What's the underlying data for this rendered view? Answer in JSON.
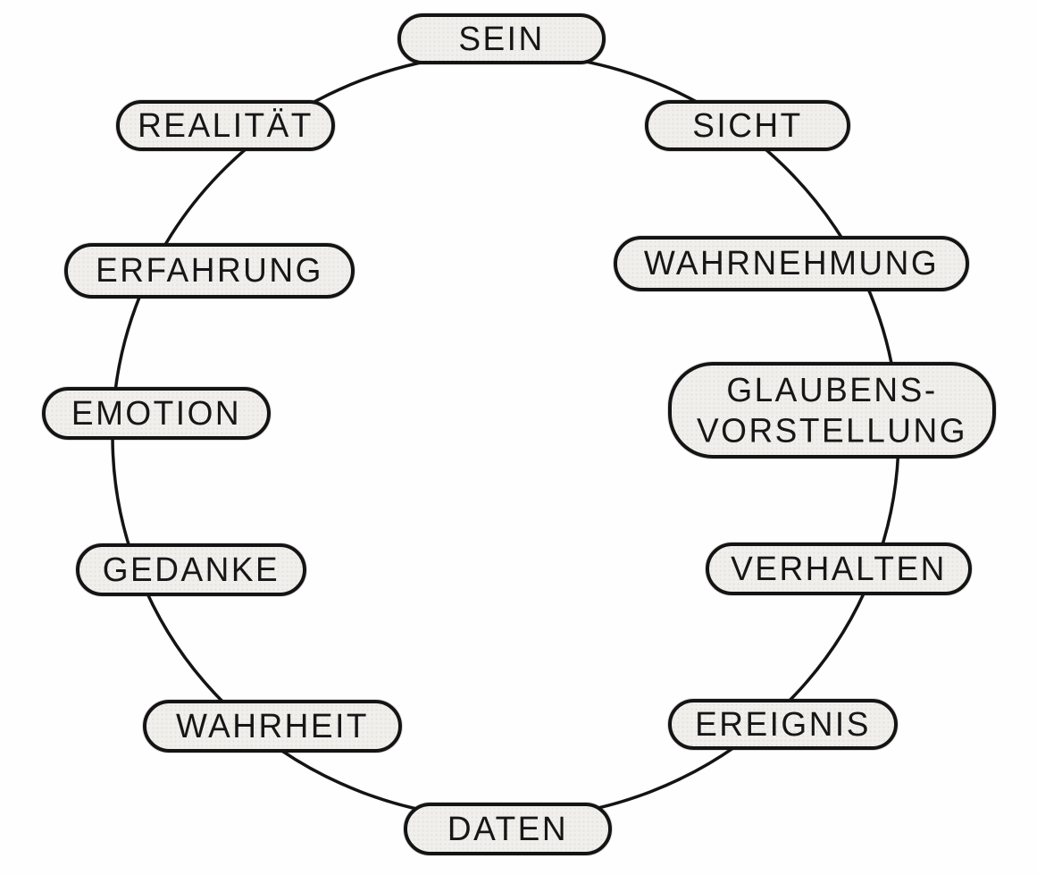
{
  "diagram": {
    "type": "cycle-diagram",
    "description": "Twelve labeled stadium-shaped nodes arranged on a circle",
    "nodes": [
      {
        "id": "sein",
        "label": "SEIN",
        "position": "top"
      },
      {
        "id": "sicht",
        "label": "SICHT",
        "position": "upper-right"
      },
      {
        "id": "wahrnehmung",
        "label": "WAHRNEHMUNG",
        "position": "right-upper"
      },
      {
        "id": "glaubensvorstellung",
        "label": "GLAUBENS-\nVORSTELLUNG",
        "position": "right"
      },
      {
        "id": "verhalten",
        "label": "VERHALTEN",
        "position": "right-lower"
      },
      {
        "id": "ereignis",
        "label": "EREIGNIS",
        "position": "lower-right"
      },
      {
        "id": "daten",
        "label": "DATEN",
        "position": "bottom"
      },
      {
        "id": "wahrheit",
        "label": "WAHRHEIT",
        "position": "lower-left"
      },
      {
        "id": "gedanke",
        "label": "GEDANKE",
        "position": "left-lower"
      },
      {
        "id": "emotion",
        "label": "EMOTION",
        "position": "left"
      },
      {
        "id": "erfahrung",
        "label": "ERFAHRUNG",
        "position": "left-upper"
      },
      {
        "id": "realitaet",
        "label": "REALITÄT",
        "position": "upper-left"
      }
    ],
    "colors": {
      "line": "#141414",
      "pill_fill": "#f1efec",
      "text": "#161616",
      "background": "#fefefe"
    }
  }
}
